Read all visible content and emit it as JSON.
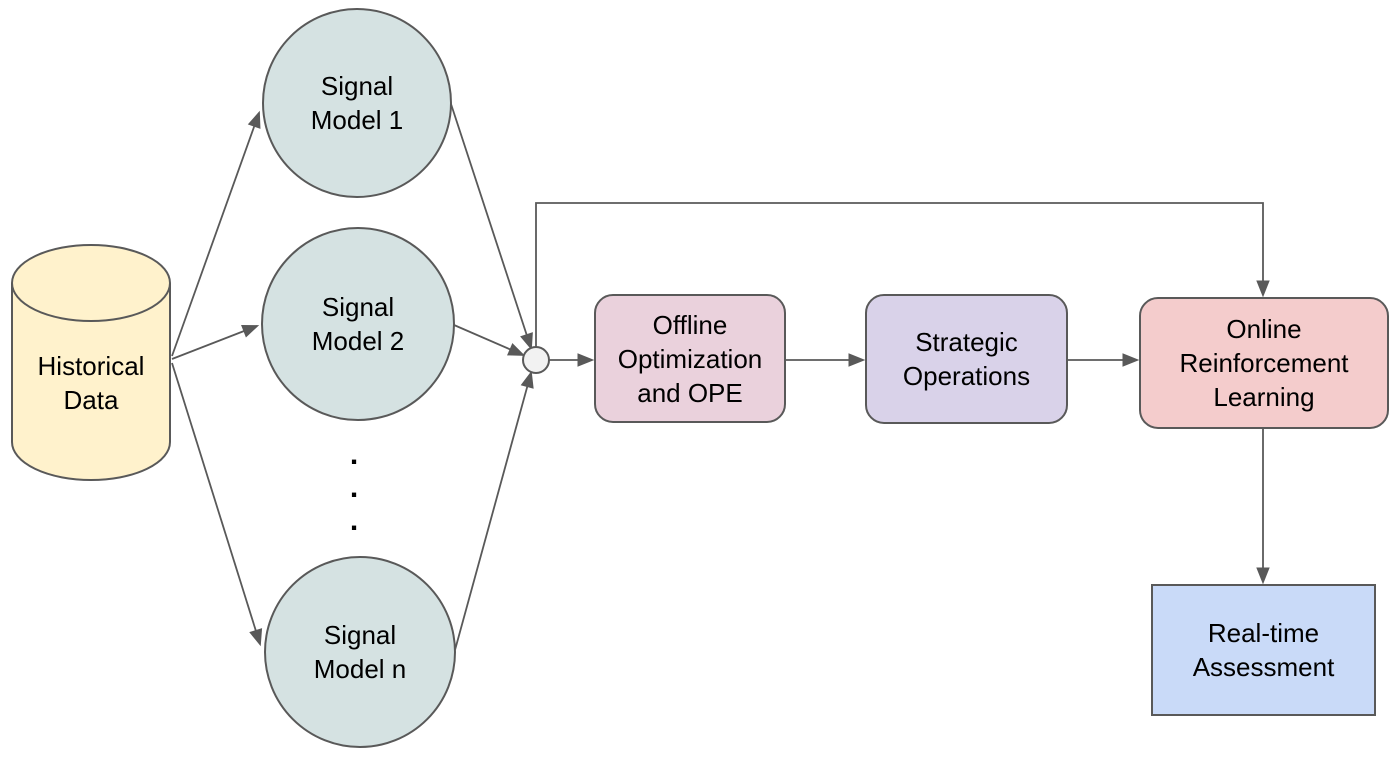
{
  "diagram": {
    "title": "signal-models-rl-pipeline-flowchart",
    "database": {
      "label": "Historical\nData"
    },
    "signal_models": [
      {
        "label": "Signal\nModel 1"
      },
      {
        "label": "Signal\nModel 2"
      },
      {
        "label": "Signal\nModel n"
      }
    ],
    "ellipsis": ".\n.\n.",
    "boxes": [
      {
        "label": "Offline\nOptimization\nand OPE",
        "color": "#EAD1DC"
      },
      {
        "label": "Strategic\nOperations",
        "color": "#D9D2E9"
      },
      {
        "label": "Online\nReinforcement\nLearning",
        "color": "#F4CCCC"
      },
      {
        "label": "Real-time\nAssessment",
        "color": "#C9DAF8"
      }
    ],
    "colors": {
      "database_fill": "#FFF2CC",
      "circle_fill": "#D5E2E2",
      "junction_fill": "#F2F2F2",
      "stroke": "#595959",
      "text": "#000000"
    }
  }
}
